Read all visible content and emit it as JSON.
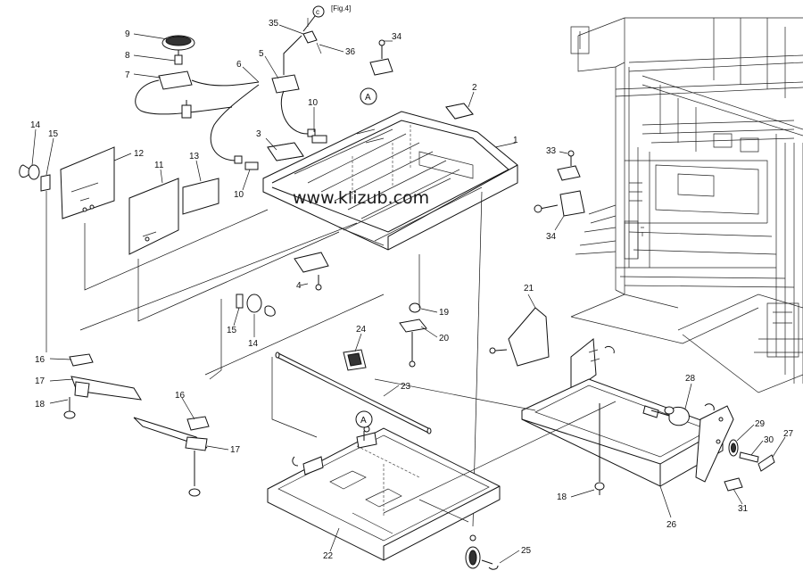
{
  "figure": {
    "label": "[Fig.4]",
    "connector_c": "c",
    "connector_a": "A",
    "watermark": "www.klizub.com"
  },
  "parts": {
    "p1": "1",
    "p2": "2",
    "p3": "3",
    "p4": "4",
    "p5": "5",
    "p6": "6",
    "p7": "7",
    "p8": "8",
    "p9": "9",
    "p10a": "10",
    "p10b": "10",
    "p11": "11",
    "p12": "12",
    "p13": "13",
    "p14a": "14",
    "p14b": "14",
    "p15a": "15",
    "p15b": "15",
    "p16a": "16",
    "p16b": "16",
    "p17a": "17",
    "p17b": "17",
    "p18a": "18",
    "p18b": "18",
    "p19": "19",
    "p20": "20",
    "p21": "21",
    "p22": "22",
    "p23": "23",
    "p24": "24",
    "p25": "25",
    "p26": "26",
    "p27": "27",
    "p28": "28",
    "p29": "29",
    "p30": "30",
    "p31": "31",
    "p33": "33",
    "p34a": "34",
    "p34b": "34",
    "p35": "35",
    "p36": "36"
  }
}
